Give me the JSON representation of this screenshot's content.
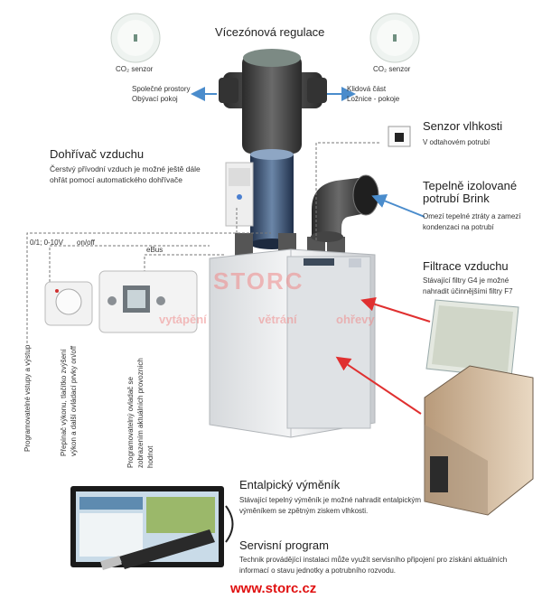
{
  "title": "Vícezónová regulace",
  "co2_left": "CO₂ senzor",
  "co2_right": "CO₂ senzor",
  "zone_left": {
    "line1": "Společné prostory",
    "line2": "Obývací pokoj"
  },
  "zone_right": {
    "line1": "Klidová část",
    "line2": "Ložnice - pokoje"
  },
  "heater": {
    "title": "Dohřívač vzduchu",
    "line1": "Čerstvý přívodní vzduch je možné ještě dále",
    "line2": "ohřát pomocí automatického dohřívače"
  },
  "humidity": {
    "title": "Senzor vlhkosti",
    "text": "V odtahovém potrubí"
  },
  "pipes": {
    "title1": "Tepelně izolované",
    "title2": "potrubí Brink",
    "line1": "Omezí tepelné ztráty a zamezí",
    "line2": "kondenzaci na potrubí"
  },
  "filter": {
    "title": "Filtrace vzduchu",
    "line1": "Stávající filtry G4 je možné",
    "line2": "nahradit účinnějšími filtry F7"
  },
  "enthalpy": {
    "title": "Entalpický výměník",
    "line1": "Stávající tepelný výměník je možné nahradit entalpickým",
    "line2": "výměníkem se zpětným ziskem vlhkosti."
  },
  "service": {
    "title": "Servisní program",
    "line1": "Technik provádějící instalaci může využít servisního připojení pro získání aktuálních",
    "line2": "informací o stavu jednotky a potrubního rozvodu."
  },
  "signals": {
    "analog": "0/1; 0-10V",
    "onoff": "on/off",
    "ebus": "eBus"
  },
  "vertical": {
    "v1": "Programovatelné vstupy a výstup",
    "v2a": "Přepínač výkonu, tlačítko zvýšení",
    "v2b": "výkon a další ovládací prvky on/off",
    "v3a": "Programovatelný ovladač se",
    "v3b": "zobrazením aktuálních provozních",
    "v3c": "hodnot"
  },
  "watermark": {
    "brand": "STORC",
    "w1": "vytápění",
    "w2": "větrání",
    "w3": "ohřevy"
  },
  "url": "www.storc.cz",
  "colors": {
    "arrow": "#e03030",
    "pipe": "#444444",
    "unit": "#e6e8ea",
    "accent_red": "#e01010"
  }
}
